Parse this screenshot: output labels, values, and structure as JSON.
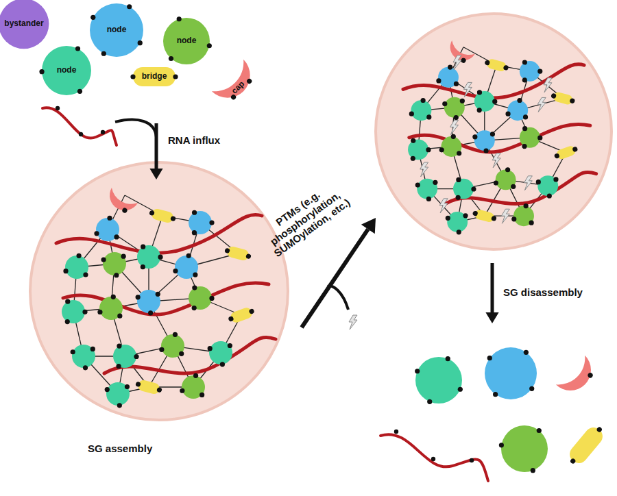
{
  "diagram": {
    "nodes": [
      {
        "text": [
          "bystander"
        ]
      },
      {
        "text": [
          "node"
        ]
      },
      {
        "text": [
          "node"
        ]
      },
      {
        "text": [
          "node"
        ]
      },
      {
        "text": [
          "bridge"
        ]
      },
      {
        "text": [
          "cap"
        ]
      }
    ],
    "labels": [
      "RNA influx",
      "PTMs (e.g. phosphorylation, SUMOylation, etc.)",
      "SG assembly",
      "SG disassembly"
    ]
  }
}
